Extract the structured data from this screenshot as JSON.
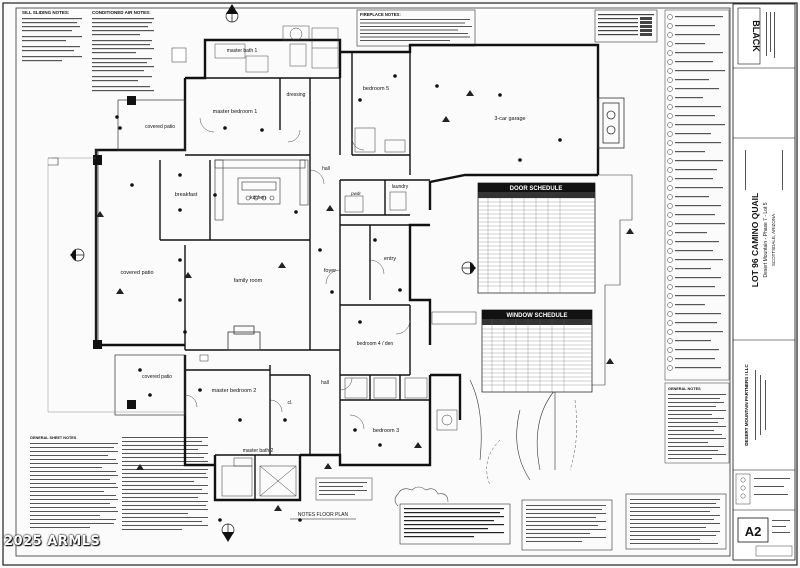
{
  "sheet": {
    "watermark": "2025 ARMLS",
    "sheet_number": "A2",
    "plan_title": "NOTES FLOOR PLAN"
  },
  "notes": {
    "sill_sliding": "SILL SLIDING NOTES:",
    "conditioned_air": "CONDITIONED AIR NOTES:",
    "fireplace": "FIREPLACE NOTES:",
    "general_sheet": "GENERAL SHEET NOTES",
    "general_notes": "GENERAL NOTES"
  },
  "rooms": [
    {
      "id": "master-bath-1",
      "label": "master bath 1"
    },
    {
      "id": "dressing",
      "label": "dressing"
    },
    {
      "id": "bedroom-5",
      "label": "bedroom 5"
    },
    {
      "id": "garage",
      "label": "3-car garage"
    },
    {
      "id": "master-bedroom-1",
      "label": "master bedroom 1"
    },
    {
      "id": "covered-patio-1",
      "label": "covered patio"
    },
    {
      "id": "breakfast",
      "label": "breakfast"
    },
    {
      "id": "kitchen",
      "label": "kitchen"
    },
    {
      "id": "hall-1",
      "label": "hall"
    },
    {
      "id": "laundry",
      "label": "laundry"
    },
    {
      "id": "powder",
      "label": "pwdr"
    },
    {
      "id": "covered-patio-2",
      "label": "covered patio"
    },
    {
      "id": "family-room",
      "label": "family room"
    },
    {
      "id": "foyer",
      "label": "foyer"
    },
    {
      "id": "entry",
      "label": "entry"
    },
    {
      "id": "covered-patio-3",
      "label": "covered patio"
    },
    {
      "id": "bedroom-4-den",
      "label": "bedroom 4 / den"
    },
    {
      "id": "master-bedroom-2",
      "label": "master bedroom 2"
    },
    {
      "id": "closet",
      "label": "cl."
    },
    {
      "id": "hall-2",
      "label": "hall"
    },
    {
      "id": "bedroom-3",
      "label": "bedroom 3"
    },
    {
      "id": "master-bath-2",
      "label": "master bath 2"
    }
  ],
  "schedules": {
    "door": "DOOR SCHEDULE",
    "window": "WINDOW SCHEDULE"
  },
  "title_block": {
    "firm": "BLACK",
    "project": "LOT 96 CAMINO QUAIL",
    "subtitle": "Desert Mountain - Phase 7 - Lot 5",
    "address": "SCOTTSDALE, ARIZONA",
    "owner": "DESERT MOUNTAIN PARTNERS I LLC",
    "sheet_label": "A2"
  }
}
